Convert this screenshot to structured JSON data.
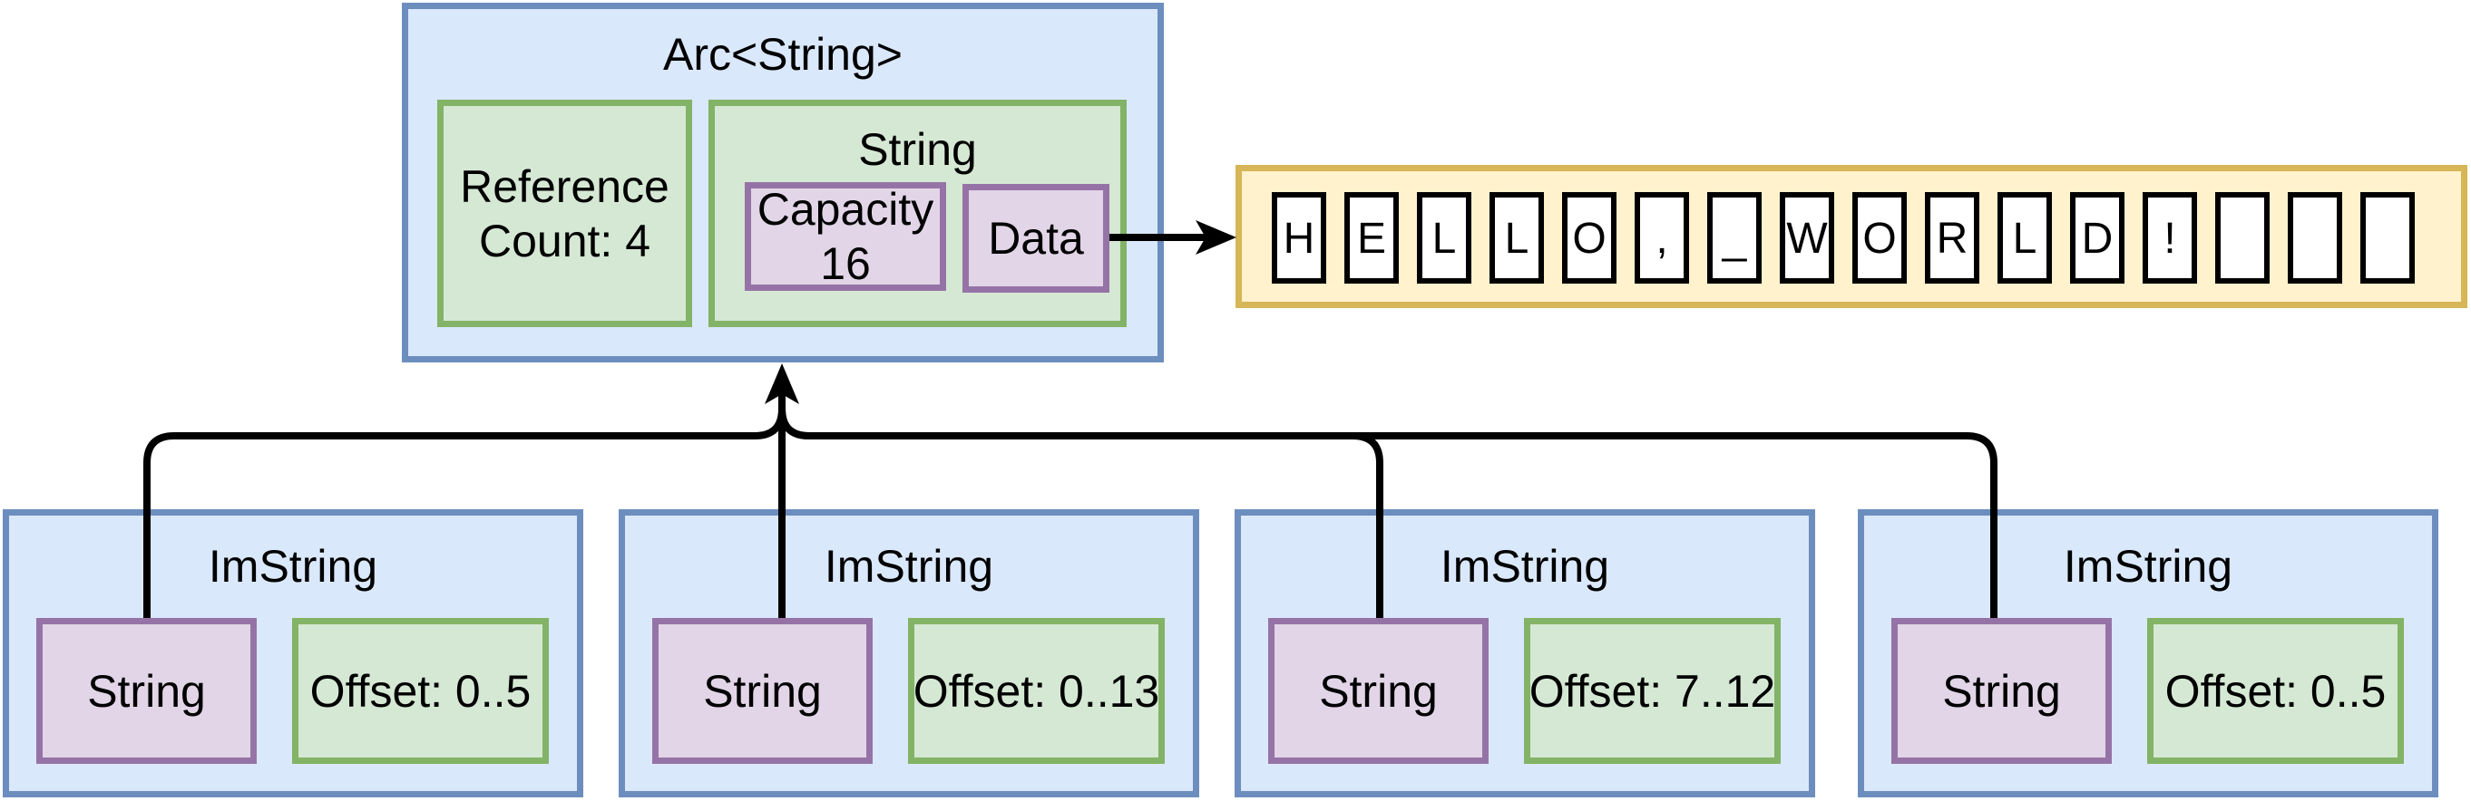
{
  "arc": {
    "title": "Arc<String>",
    "reference_count": "Reference Count: 4",
    "string": {
      "title": "String",
      "capacity_label": "Capacity",
      "capacity_value": "16",
      "data_label": "Data"
    }
  },
  "buffer": {
    "cells": [
      "H",
      "E",
      "L",
      "L",
      "O",
      ",",
      "_",
      "W",
      "O",
      "R",
      "L",
      "D",
      "!",
      "",
      "",
      ""
    ]
  },
  "imstrings": [
    {
      "title": "ImString",
      "pointer_label": "String",
      "offset_label": "Offset: 0..5"
    },
    {
      "title": "ImString",
      "pointer_label": "String",
      "offset_label": "Offset: 0..13"
    },
    {
      "title": "ImString",
      "pointer_label": "String",
      "offset_label": "Offset: 7..12"
    },
    {
      "title": "ImString",
      "pointer_label": "String",
      "offset_label": "Offset: 0..5"
    }
  ],
  "colors": {
    "container_fill": "#dae8fc",
    "container_stroke": "#6c8ebf",
    "field_fill": "#d5e8d4",
    "field_stroke": "#82b366",
    "pointer_fill": "#e1d5e7",
    "pointer_stroke": "#9673a6",
    "heap_fill": "#fff2cc",
    "heap_stroke": "#d6b656",
    "connector": "#000000"
  }
}
